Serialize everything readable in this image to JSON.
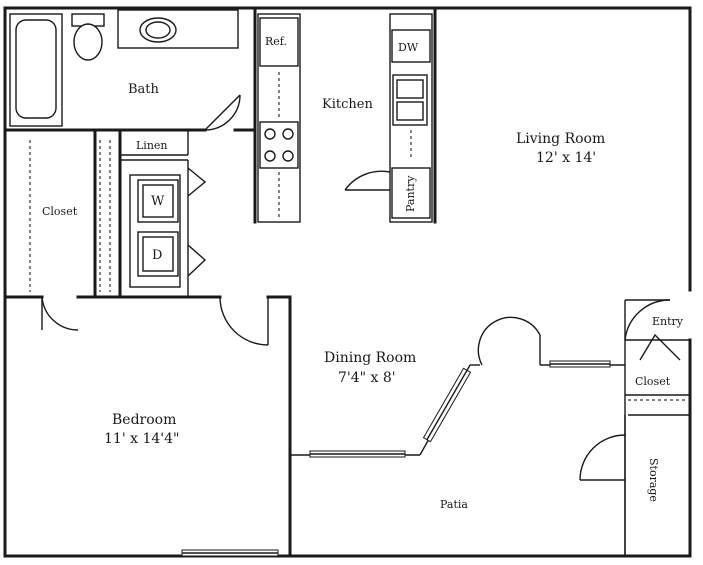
{
  "rooms": {
    "bath": "Bath",
    "kitchen": "Kitchen",
    "linen": "Linen",
    "closet_left": "Closet",
    "living_room": "Living Room",
    "living_room_dim": "12' x 14'",
    "dining_room": "Dining Room",
    "dining_room_dim": "7'4\" x 8'",
    "bedroom": "Bedroom",
    "bedroom_dim": "11' x 14'4\"",
    "patio": "Patia",
    "entry": "Entry",
    "closet_right": "Closet",
    "storage": "Storage"
  },
  "fixtures": {
    "refrigerator": "Ref.",
    "dishwasher": "DW",
    "pantry": "Pantry",
    "washer": "W",
    "dryer": "D"
  }
}
